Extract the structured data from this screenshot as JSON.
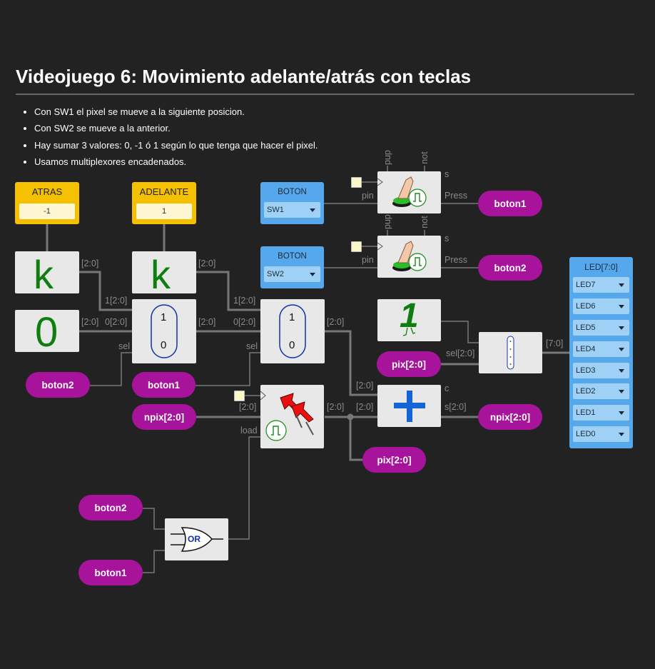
{
  "page": {
    "title": "Videojuego 6: Movimiento adelante/atrás con teclas",
    "notes": [
      "Con SW1 el pixel se mueve a la siguiente posicion.",
      "Con SW2 se mueve a la anterior.",
      "Hay sumar 3 valores: 0, -1 ó 1 según lo que tenga que hacer el pixel.",
      "Usamos multiplexores encadenados."
    ]
  },
  "constants": {
    "atras": {
      "title": "ATRAS",
      "value": "-1"
    },
    "adelante": {
      "title": "ADELANTE",
      "value": "1"
    }
  },
  "blocks": {
    "k_symbol": "k",
    "zero_symbol": "0",
    "one_symbol": "1",
    "mux_top": "1",
    "mux_bottom": "0",
    "or_label": "OR"
  },
  "buttons": [
    {
      "title": "BOTON",
      "selected": "SW1"
    },
    {
      "title": "BOTON",
      "selected": "SW2"
    }
  ],
  "leds": {
    "title": "LED[7:0]",
    "items": [
      "LED7",
      "LED6",
      "LED5",
      "LED4",
      "LED3",
      "LED2",
      "LED1",
      "LED0"
    ]
  },
  "pills": {
    "boton1_out": "boton1",
    "boton2_out": "boton2",
    "boton2_mux": "boton2",
    "boton1_mux": "boton1",
    "npix_in": "npix[2:0]",
    "npix_out": "npix[2:0]",
    "pix_sel": "pix[2:0]",
    "pix_out": "pix[2:0]",
    "or_boton2": "boton2",
    "or_boton1": "boton1"
  },
  "labels": {
    "k1_out": "[2:0]",
    "k2_out": "[2:0]",
    "mux1_in1": "1[2:0]",
    "mux1_in0": "0[2:0]",
    "zero_out": "[2:0]",
    "mux1_sel": "sel",
    "mux1_out": "[2:0]",
    "mux2_in1": "1[2:0]",
    "mux2_in0": "0[2:0]",
    "mux2_sel": "sel",
    "mux2_out": "[2:0]",
    "reg_in": "[2:0]",
    "reg_load": "load",
    "reg_out": "[2:0]",
    "adder_in_top": "[2:0]",
    "adder_in_left": "[2:0]",
    "adder_c": "c",
    "adder_s": "s[2:0]",
    "dec_sel": "sel[2:0]",
    "dec_out": "[7:0]",
    "pb1_pup": "pup",
    "pb1_not": "not",
    "pb1_pin": "pin",
    "pb1_s": "s",
    "pb1_press": "Press",
    "pb2_pup": "pup",
    "pb2_not": "not",
    "pb2_pin": "pin",
    "pb2_s": "s",
    "pb2_press": "Press"
  },
  "colors": {
    "background": "#222222",
    "block": "#e8e8e8",
    "constant": "#f5c000",
    "input": "#56a8ec",
    "pill": "#a8139b",
    "wire": "#777777",
    "glyph": "#0f7d0f",
    "adder": "#1463d8"
  }
}
